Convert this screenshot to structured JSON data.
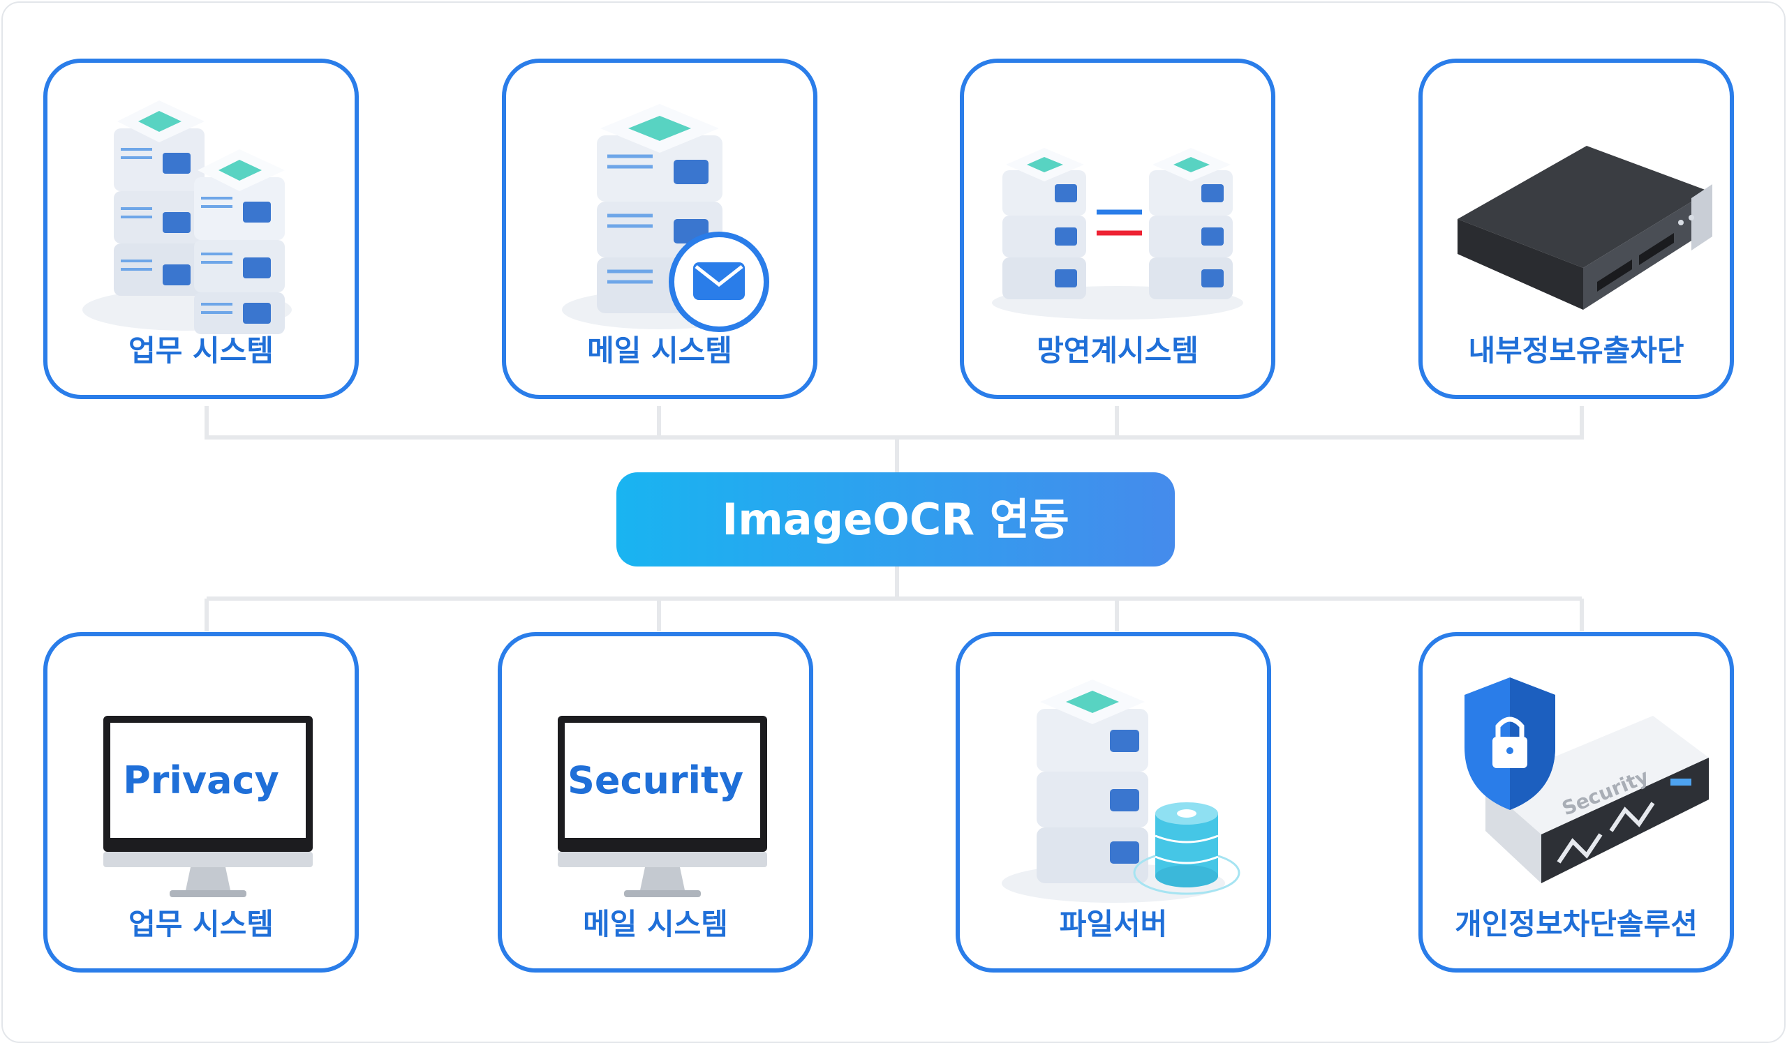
{
  "hub": {
    "label": "ImageOCR 연동"
  },
  "top_row": [
    {
      "label": "업무 시스템",
      "icon": "server-cluster-icon"
    },
    {
      "label": "메일 시스템",
      "icon": "mail-server-icon"
    },
    {
      "label": "망연계시스템",
      "icon": "network-link-servers-icon"
    },
    {
      "label": "내부정보유출차단",
      "icon": "rack-appliance-icon"
    }
  ],
  "bottom_row": [
    {
      "label": "업무 시스템",
      "icon": "monitor-icon",
      "screen_text": "Privacy"
    },
    {
      "label": "메일 시스템",
      "icon": "monitor-icon",
      "screen_text": "Security"
    },
    {
      "label": "파일서버",
      "icon": "file-server-database-icon"
    },
    {
      "label": "개인정보차단솔루션",
      "icon": "security-appliance-shield-icon",
      "badge_text": "Security"
    }
  ],
  "colors": {
    "accent": "#2a7de9",
    "hub_start": "#19b4f1",
    "hub_end": "#458bec",
    "connector": "#e6e8eb"
  }
}
